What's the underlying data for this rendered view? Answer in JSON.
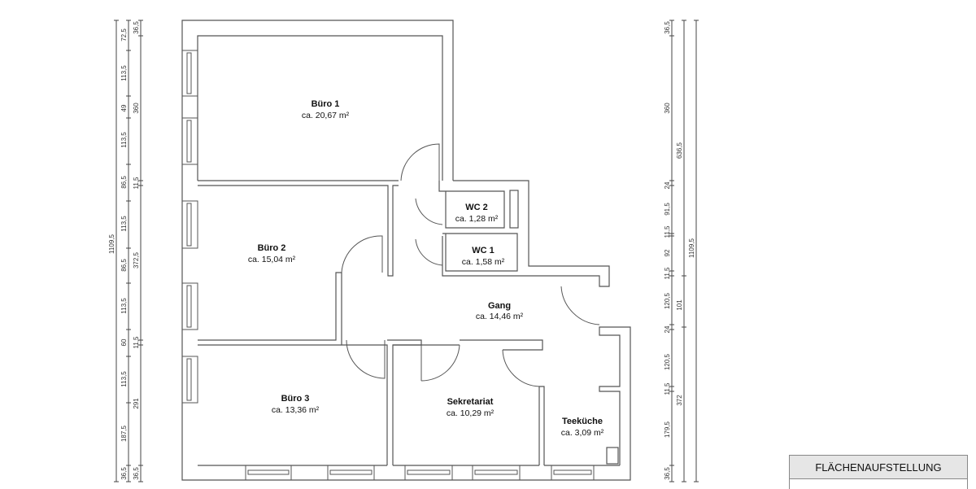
{
  "rooms": {
    "buero1": {
      "name": "Büro 1",
      "area": "ca. 20,67 m²"
    },
    "buero2": {
      "name": "Büro 2",
      "area": "ca. 15,04 m²"
    },
    "buero3": {
      "name": "Büro 3",
      "area": "ca. 13,36 m²"
    },
    "wc2": {
      "name": "WC 2",
      "area": "ca. 1,28 m²"
    },
    "wc1": {
      "name": "WC 1",
      "area": "ca. 1,58 m²"
    },
    "gang": {
      "name": "Gang",
      "area": "ca. 14,46 m²"
    },
    "sekretariat": {
      "name": "Sekretariat",
      "area": "ca. 10,29 m²"
    },
    "teekueche": {
      "name": "Teeküche",
      "area": "ca. 3,09 m²"
    }
  },
  "dimensions": {
    "left_total": "1109,5",
    "left_detail": [
      "72,5",
      "113,5",
      "49",
      "113,5",
      "86,5",
      "113,5",
      "86,5",
      "113,5",
      "60",
      "113,5",
      "187,5",
      "36,5"
    ],
    "left_rooms": [
      "36,5",
      "360",
      "11,5",
      "372,5",
      "11,5",
      "291",
      "36,5"
    ],
    "right_detail": [
      "36,5",
      "360",
      "24",
      "91,5",
      "11,5",
      "92",
      "11,5",
      "120,5",
      "24",
      "120,5",
      "11,5",
      "179,5",
      "36,5"
    ],
    "right_mid": [
      "636,5",
      "101",
      "372"
    ],
    "right_total": "1109,5"
  },
  "legend": {
    "title": "FLÄCHENAUFSTELLUNG"
  }
}
